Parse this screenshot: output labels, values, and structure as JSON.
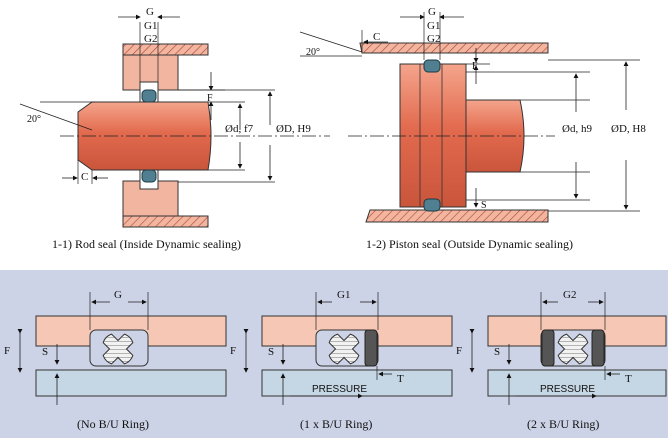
{
  "top": {
    "rod": {
      "caption": "1-1) Rod seal (Inside Dynamic sealing)",
      "angle": "20°",
      "labels": {
        "G": "G",
        "G1": "G1",
        "G2": "G2",
        "F": "F",
        "C": "C",
        "d": "Ød, f7",
        "D": "ØD, H9"
      }
    },
    "piston": {
      "caption": "1-2) Piston seal (Outside Dynamic sealing)",
      "angle": "20°",
      "labels": {
        "G": "G",
        "G1": "G1",
        "G2": "G2",
        "F": "F",
        "C": "C",
        "S": "S",
        "d": "Ød, h9",
        "D": "ØD, H8"
      }
    }
  },
  "bottom": {
    "panels": [
      {
        "gap": "G",
        "caption": "(No B/U Ring)",
        "F": "F",
        "S": "S",
        "pressure": "",
        "T": ""
      },
      {
        "gap": "G1",
        "caption": "(1 x B/U Ring)",
        "F": "F",
        "S": "S",
        "pressure": "PRESSURE",
        "T": "T"
      },
      {
        "gap": "G2",
        "caption": "(2 x B/U Ring)",
        "F": "F",
        "S": "S",
        "pressure": "PRESSURE",
        "T": "T"
      }
    ]
  },
  "colors": {
    "metal": "#f2b5a0",
    "rod": "#e4745a",
    "seal": "#4f7f90",
    "bg_bottom": "#cdd3e6",
    "panel_fill": "#f7c7b6",
    "bottom_part": "#c5d6e4"
  }
}
